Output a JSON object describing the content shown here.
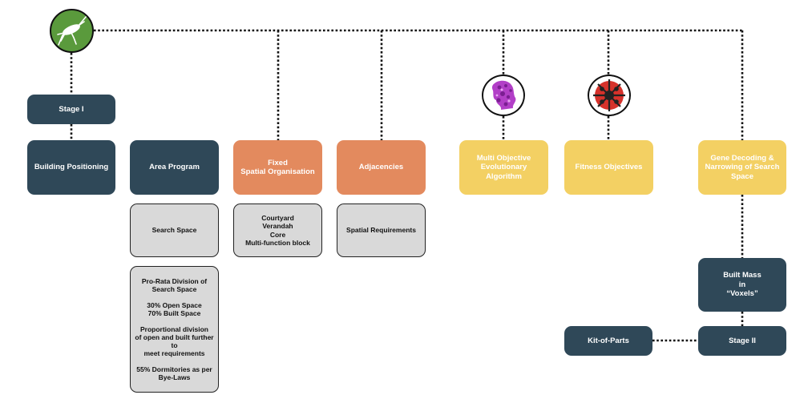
{
  "icons": {
    "logo": "grasshopper-icon",
    "moea": "evolutionary-figure-icon",
    "fitness": "ladybug-icon"
  },
  "colors": {
    "dark": "#2f4858",
    "orange": "#e38a5e",
    "yellow": "#f3d063",
    "grey": "#d9d9d9",
    "logo_green": "#5a9a3c"
  },
  "nodes": {
    "stage1": "Stage I",
    "building_positioning": "Building Positioning",
    "area_program": "Area Program",
    "search_space": "Search Space",
    "pro_rata": "Pro-Rata Division of\nSearch Space\n\n30% Open Space\n70% Built Space\n\nProportional division\nof open and built further to\nmeet requirements\n\n55% Dormitories as per\nBye-Laws",
    "fixed_spatial": "Fixed\nSpatial Organisation",
    "fixed_items": "Courtyard\nVerandah\nCore\nMulti-function block",
    "adjacencies": "Adjacencies",
    "spatial_requirements": "Spatial Requirements",
    "moea": "Multi Objective\nEvolutionary\nAlgorithm",
    "fitness": "Fitness Objectives",
    "gene_decoding": "Gene Decoding &\nNarrowing of Search\nSpace",
    "built_mass": "Built Mass\nin\n“Voxels”",
    "stage2": "Stage II",
    "kit_of_parts": "Kit-of-Parts"
  }
}
